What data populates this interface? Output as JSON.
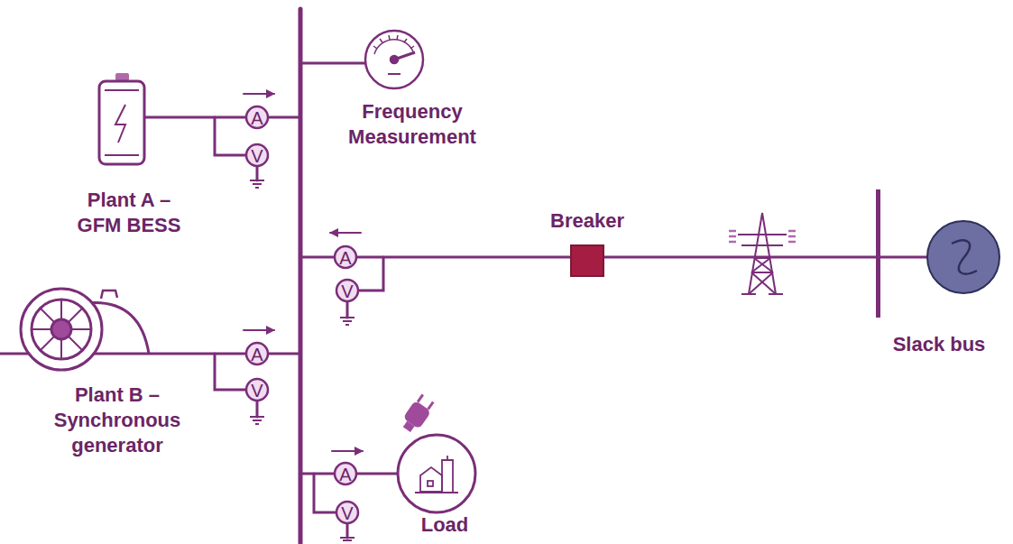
{
  "diagram": {
    "nodes": [
      {
        "text": [
          "Plant A – GFM BESS"
        ]
      },
      {
        "text": [
          "Frequency Measurement"
        ]
      },
      {
        "text": [
          "Breaker"
        ]
      },
      {
        "text": [
          "Slack bus"
        ]
      },
      {
        "text": [
          "Plant B – Synchronous generator"
        ]
      },
      {
        "text": [
          "Load"
        ]
      }
    ],
    "edges": [
      {
        "from": 2,
        "to": 3,
        "arrow": "none"
      }
    ],
    "labels": [
      "A",
      "V",
      "A",
      "V",
      "A",
      "V",
      "A",
      "V"
    ]
  }
}
